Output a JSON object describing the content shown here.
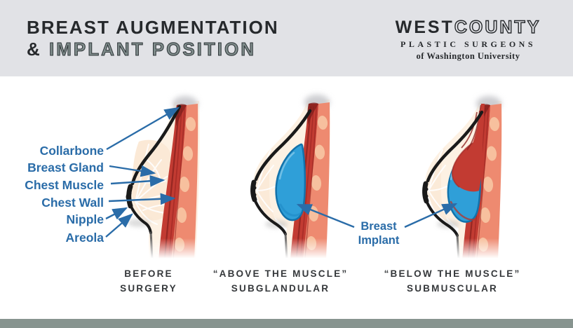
{
  "header": {
    "title_line1": "BREAST AUGMENTATION",
    "title_line2_amp": "& ",
    "title_line2_rest": "IMPLANT POSITION",
    "logo": {
      "name_solid": "WEST",
      "name_outline": "COUNTY",
      "subtitle": "PLASTIC SURGEONS",
      "tagline": "of Washington University"
    }
  },
  "diagram": {
    "anatomy_labels": [
      "Collarbone",
      "Breast Gland",
      "Chest Muscle",
      "Chest Wall",
      "Nipple",
      "Areola"
    ],
    "implant_label_line1": "Breast",
    "implant_label_line2": "Implant",
    "captions": [
      {
        "line1": "BEFORE",
        "line2": "SURGERY"
      },
      {
        "line1": "“ABOVE THE MUSCLE”",
        "line2": "SUBGLANDULAR"
      },
      {
        "line1": "“BELOW THE MUSCLE”",
        "line2": "SUBMUSCULAR"
      }
    ]
  },
  "colors": {
    "header_bg": "#e1e2e6",
    "title_text": "#26292c",
    "title_outline_fill": "#7f8c8b",
    "label_blue": "#2a6ca8",
    "arrow_blue": "#2a6ca8",
    "implant_blue": "#2f9fd8",
    "implant_edge": "#1272ab",
    "muscle_red": "#c23b32",
    "muscle_dark": "#8e2420",
    "chest_wall_salmon": "#ee8a70",
    "rib_light": "#f7c09e",
    "skin_cream": "#fdf1e3",
    "gland_cream": "#fbe9d6",
    "outline_black": "#1a1a1a",
    "caption_text": "#35383b",
    "footer_bar": "#87948f"
  }
}
